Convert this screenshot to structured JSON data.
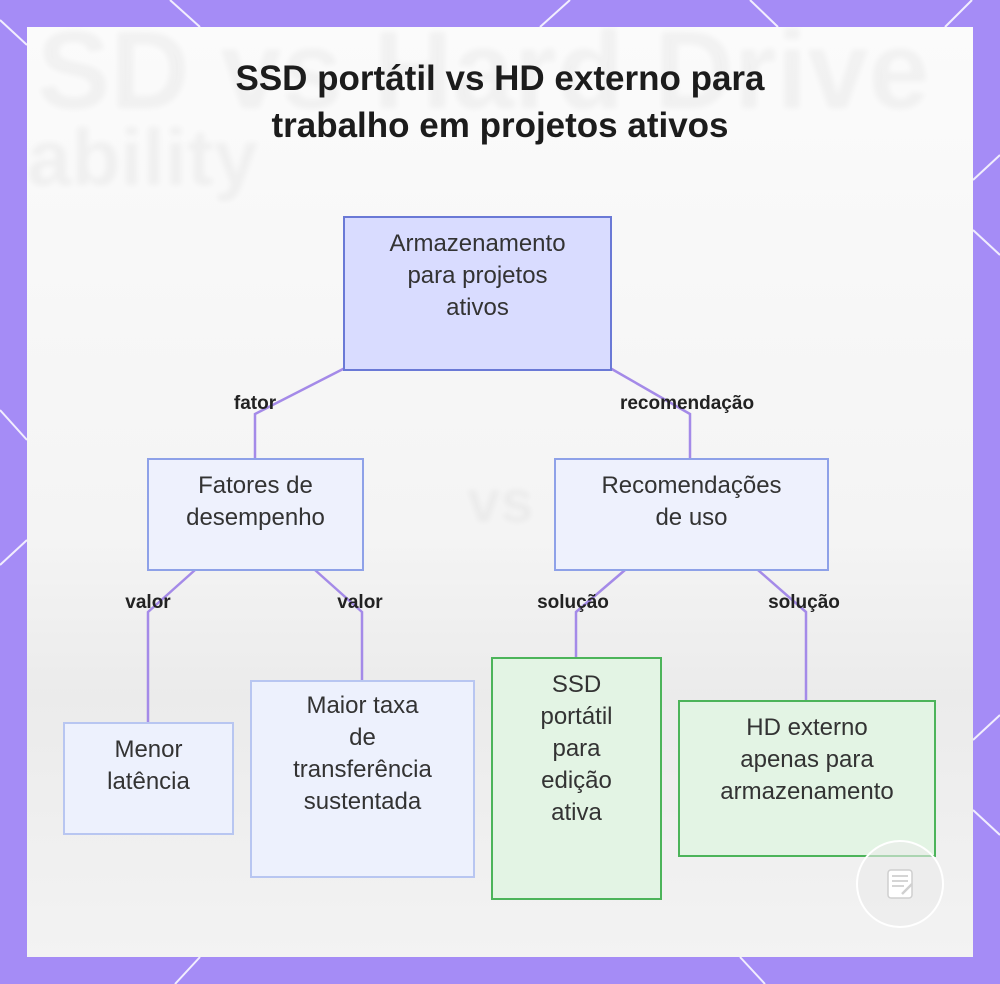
{
  "title": {
    "line1": "SSD portátil vs HD externo para",
    "line2": "trabalho em projetos ativos"
  },
  "nodes": {
    "root": [
      "Armazenamento",
      "para projetos",
      "ativos"
    ],
    "performance": [
      "Fatores de",
      "desempenho"
    ],
    "recommendations": [
      "Recomendações",
      "de uso"
    ],
    "latency": [
      "Menor",
      "latência"
    ],
    "transfer": [
      "Maior taxa",
      "de",
      "transferência",
      "sustentada"
    ],
    "ssd": [
      "SSD",
      "portátil",
      "para",
      "edição",
      "ativa"
    ],
    "hd": [
      "HD externo",
      "apenas para",
      "armazenamento"
    ]
  },
  "edges": {
    "factor": "fator",
    "recommendation": "recomendação",
    "value_left": "valor",
    "value_right": "valor",
    "solution_left": "solução",
    "solution_right": "solução"
  },
  "colors": {
    "frame": "#a58cf6",
    "edge": "#a48ae8",
    "root_fill": "#d9dcff",
    "solution_border": "#4cb45a"
  },
  "icons": {
    "logo": "napkin-logo-icon"
  }
}
